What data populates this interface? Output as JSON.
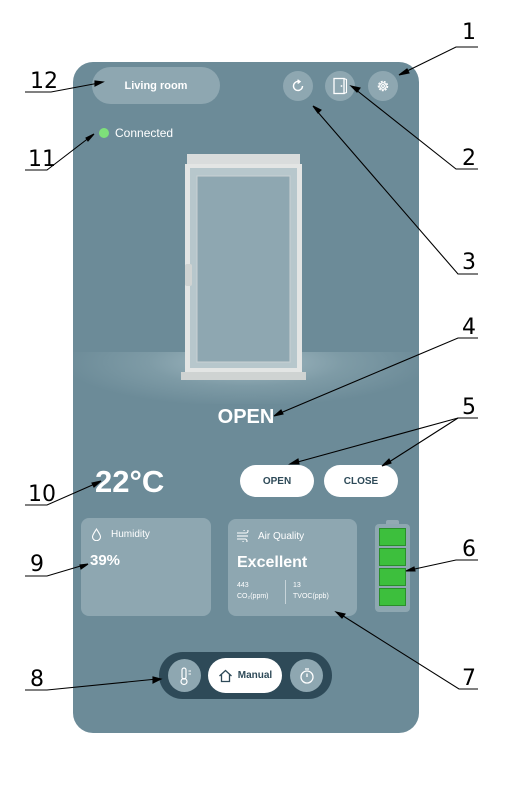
{
  "header": {
    "room_name": "Living room"
  },
  "status": {
    "label": "Connected",
    "color": "#7ee07a"
  },
  "window": {
    "state": "OPEN"
  },
  "actions": {
    "open_label": "OPEN",
    "close_label": "CLOSE"
  },
  "temperature": "22°C",
  "humidity": {
    "title": "Humidity",
    "value": "39%"
  },
  "air_quality": {
    "title": "Air Quality",
    "rating": "Excellent",
    "co2_value": "443",
    "co2_label": "CO₂(ppm)",
    "tvoc_value": "13",
    "tvoc_label": "TVOC(ppb)"
  },
  "battery": {
    "level": 1.0,
    "cells": 4,
    "color": "#3dbf3d"
  },
  "modes": {
    "active_label": "Manual",
    "icons": [
      "thermometer-icon",
      "home-icon",
      "timer-icon"
    ]
  },
  "toolbar": {
    "icons": [
      "refresh-icon",
      "door-icon",
      "gear-icon"
    ]
  },
  "callouts": [
    "1",
    "2",
    "3",
    "4",
    "5",
    "6",
    "7",
    "8",
    "9",
    "10",
    "11",
    "12"
  ],
  "colors": {
    "background": "#6c8b98",
    "card": "#8ea7b1",
    "dark": "#2e4a58",
    "accent_green": "#3dbf3d"
  }
}
